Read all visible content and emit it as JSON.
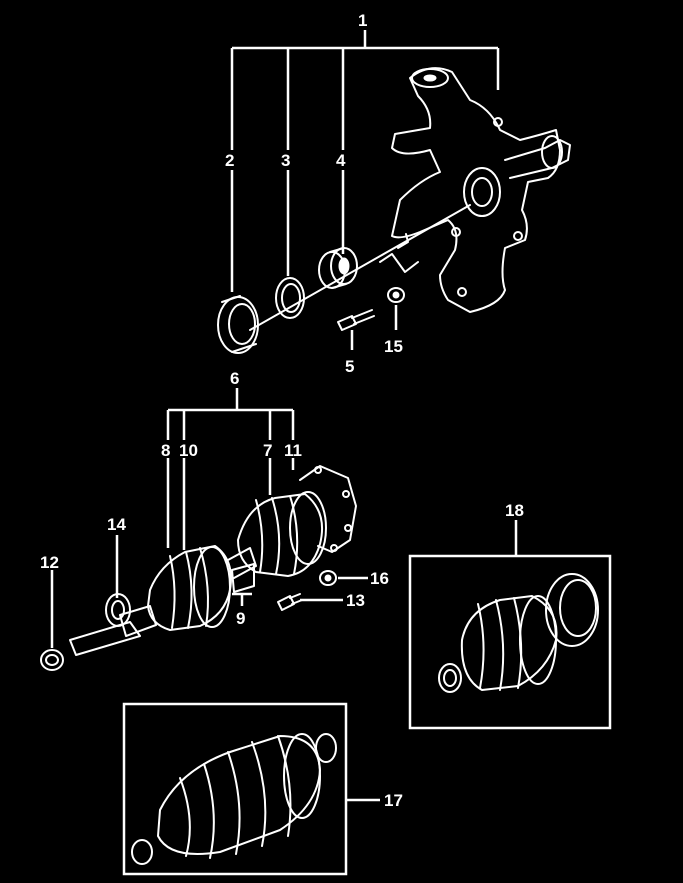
{
  "diagram": {
    "callouts": [
      {
        "id": "c1",
        "label": "1"
      },
      {
        "id": "c2",
        "label": "2"
      },
      {
        "id": "c3",
        "label": "3"
      },
      {
        "id": "c4",
        "label": "4"
      },
      {
        "id": "c5",
        "label": "5"
      },
      {
        "id": "c15",
        "label": "15"
      },
      {
        "id": "c6",
        "label": "6"
      },
      {
        "id": "c8",
        "label": "8"
      },
      {
        "id": "c10",
        "label": "10"
      },
      {
        "id": "c7",
        "label": "7"
      },
      {
        "id": "c11",
        "label": "11"
      },
      {
        "id": "c14",
        "label": "14"
      },
      {
        "id": "c12",
        "label": "12"
      },
      {
        "id": "c9",
        "label": "9"
      },
      {
        "id": "c16",
        "label": "16"
      },
      {
        "id": "c13",
        "label": "13"
      },
      {
        "id": "c18",
        "label": "18"
      },
      {
        "id": "c17",
        "label": "17"
      }
    ],
    "colors": {
      "background": "#000000",
      "ink": "#ffffff"
    }
  }
}
